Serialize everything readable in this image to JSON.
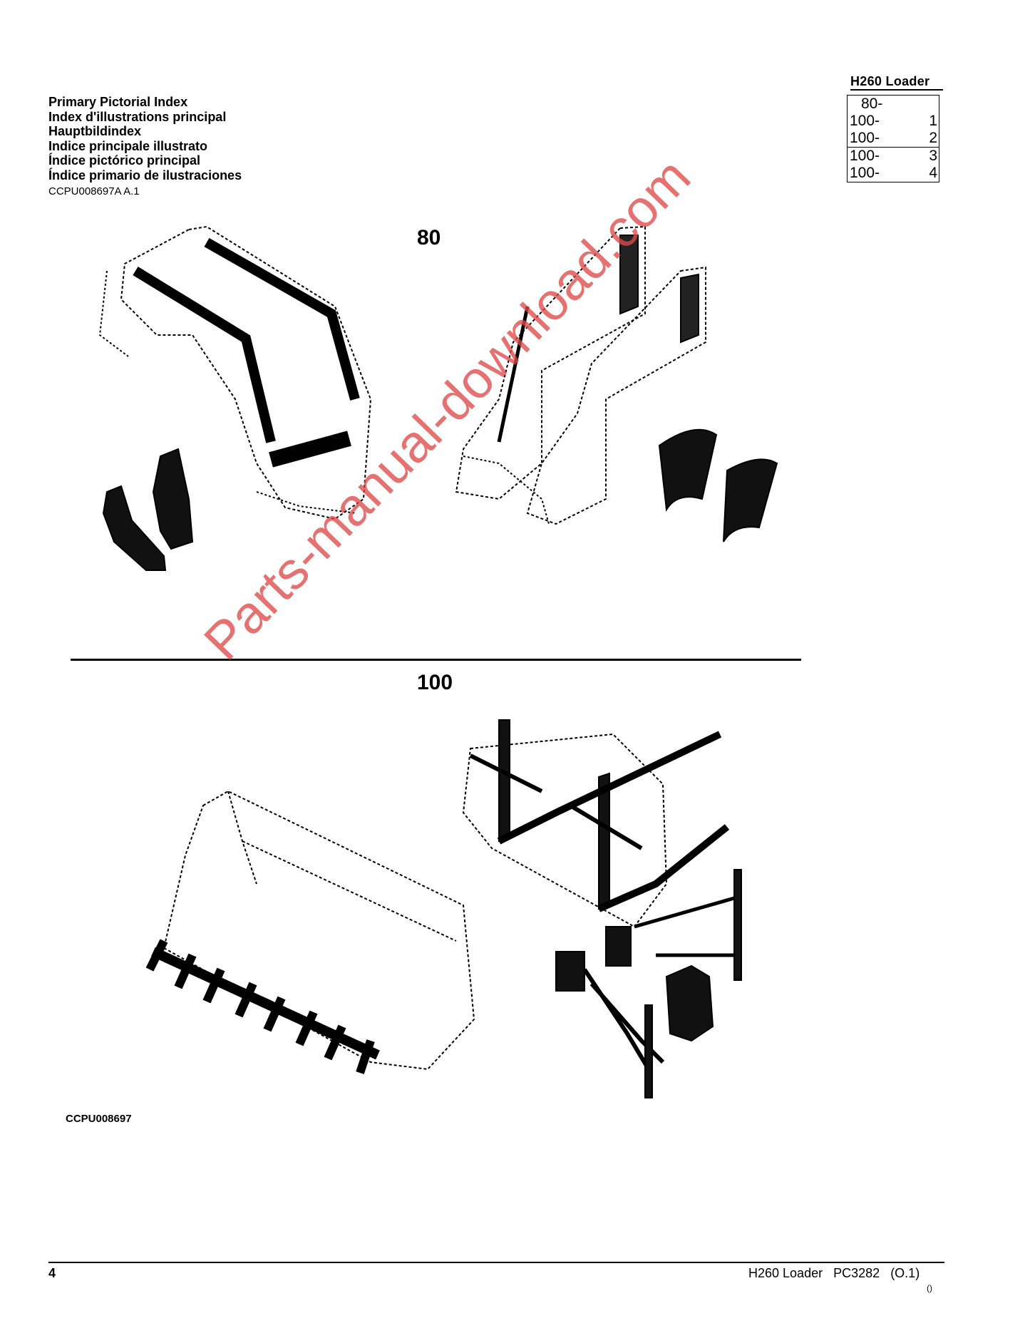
{
  "header": {
    "title": "H260  Loader",
    "titles": [
      "Primary Pictorial Index",
      "Index d'illustrations principal",
      "Hauptbildindex",
      "Indice principale illustrato",
      "Índice pictórico principal",
      "Índice primario de ilustraciones"
    ],
    "index_groups": [
      [
        {
          "section": "80-",
          "page": ""
        },
        {
          "section": "100-",
          "page": "1"
        },
        {
          "section": "100-",
          "page": "2"
        }
      ],
      [
        {
          "section": "100-",
          "page": "3"
        },
        {
          "section": "100-",
          "page": "4"
        }
      ]
    ],
    "reference": "CCPU008697A A.1"
  },
  "figure": {
    "section_top": "80",
    "section_bottom": "100",
    "code": "CCPU008697"
  },
  "watermark": "Parts-manual-download.com",
  "footer": {
    "page_number": "4",
    "title": "H260 Loader",
    "doc": "PC3282",
    "revision": "(O.1)",
    "small": "()"
  }
}
